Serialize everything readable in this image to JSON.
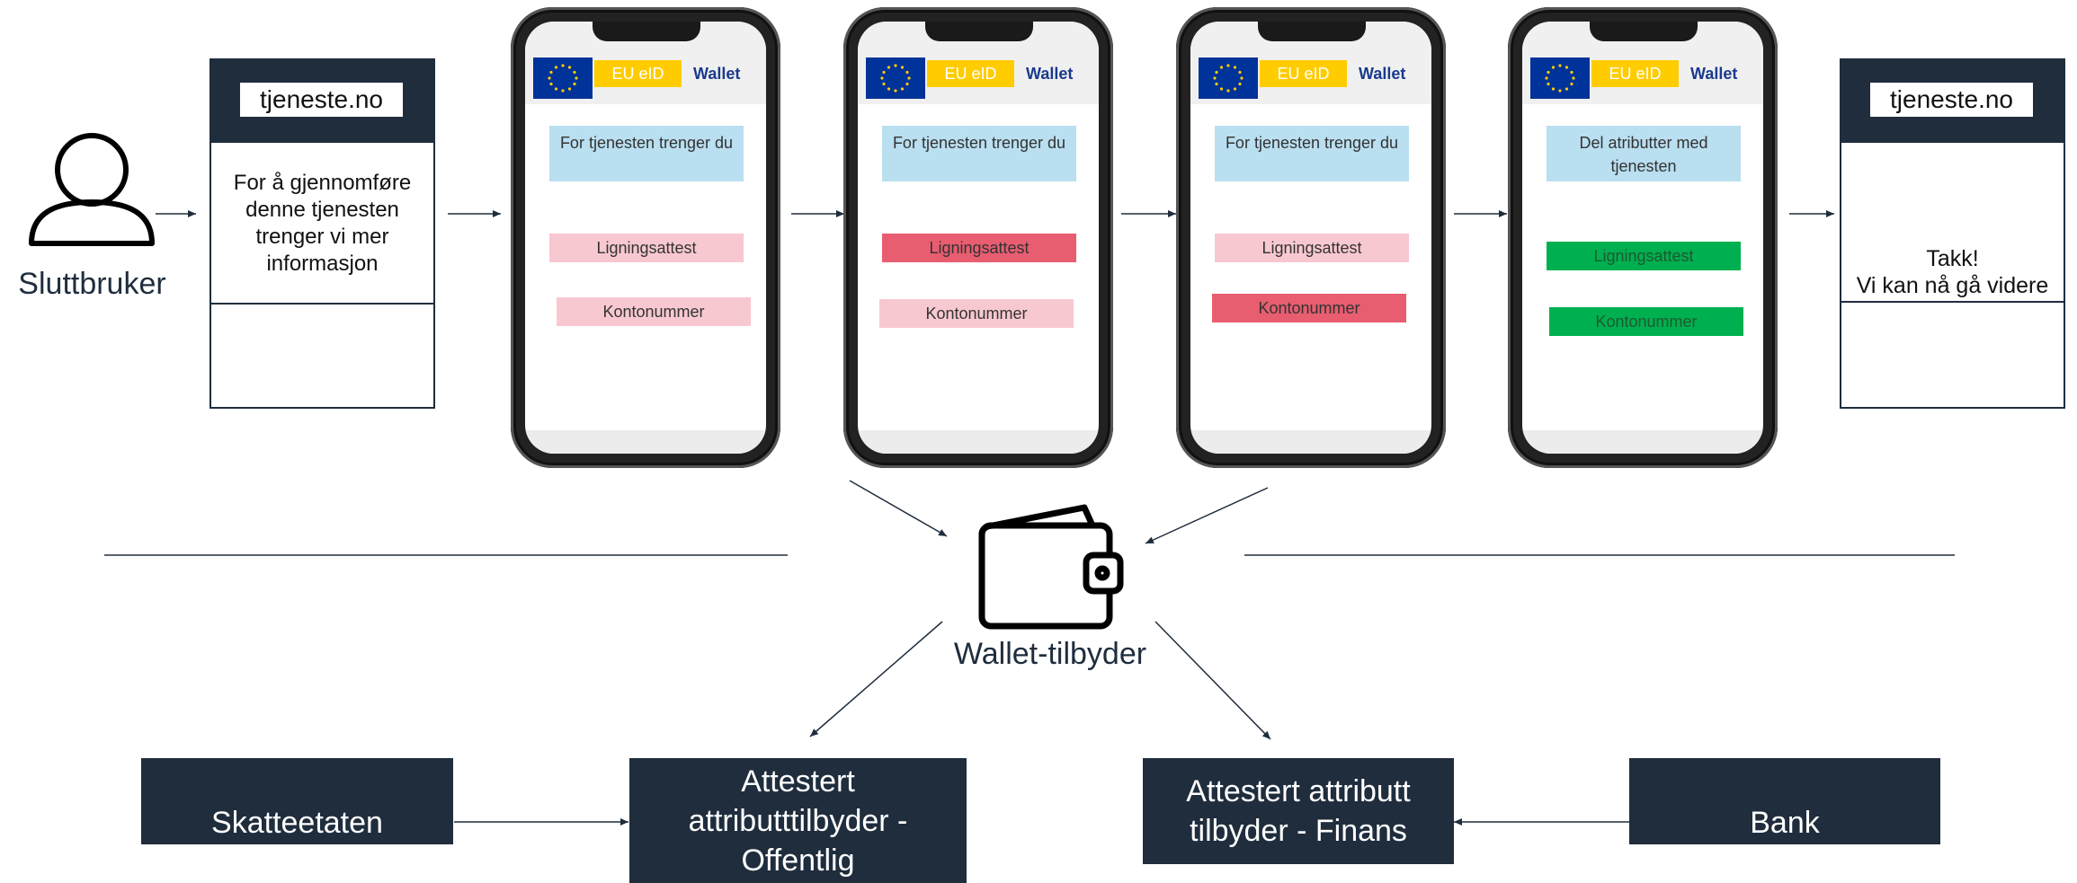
{
  "colors": {
    "navy": "#1f2d3d",
    "eu_blue": "#003399",
    "eu_yellow": "#ffcc00",
    "question_bg": "#b9dff0",
    "attr_pending": "#f8c8d0",
    "attr_selected": "#e85d70",
    "attr_shared": "#00b050"
  },
  "user": {
    "label": "Sluttbruker",
    "icon": "person-icon"
  },
  "service_start": {
    "url": "tjeneste.no",
    "message": "For å gjennomføre denne tjenesten trenger vi mer informasjon"
  },
  "service_end": {
    "url": "tjeneste.no",
    "message_line1": "Takk!",
    "message_line2": "Vi kan nå gå videre"
  },
  "phones": [
    {
      "brand": "EU eID",
      "wallet_label": "Wallet",
      "prompt": "For tjenesten trenger du",
      "attributes": [
        {
          "label": "Ligningsattest",
          "state": "pending"
        },
        {
          "label": "Kontonummer",
          "state": "pending"
        }
      ]
    },
    {
      "brand": "EU eID",
      "wallet_label": "Wallet",
      "prompt": "For tjenesten trenger du",
      "attributes": [
        {
          "label": "Ligningsattest",
          "state": "selected"
        },
        {
          "label": "Kontonummer",
          "state": "pending"
        }
      ]
    },
    {
      "brand": "EU eID",
      "wallet_label": "Wallet",
      "prompt": "For tjenesten trenger du",
      "attributes": [
        {
          "label": "Ligningsattest",
          "state": "pending"
        },
        {
          "label": "Kontonummer",
          "state": "selected"
        }
      ]
    },
    {
      "brand": "EU eID",
      "wallet_label": "Wallet",
      "prompt": "Del atributter med tjenesten",
      "attributes": [
        {
          "label": "Ligningsattest",
          "state": "shared"
        },
        {
          "label": "Kontonummer",
          "state": "shared"
        }
      ]
    }
  ],
  "wallet_provider": {
    "label": "Wallet-tilbyder",
    "icon": "wallet-icon"
  },
  "orgs": {
    "skatteetaten": "Skatteetaten",
    "public_provider": "Attestert attributttilbyder - Offentlig",
    "finance_provider": "Attestert attributt tilbyder - Finans",
    "bank": "Bank"
  }
}
